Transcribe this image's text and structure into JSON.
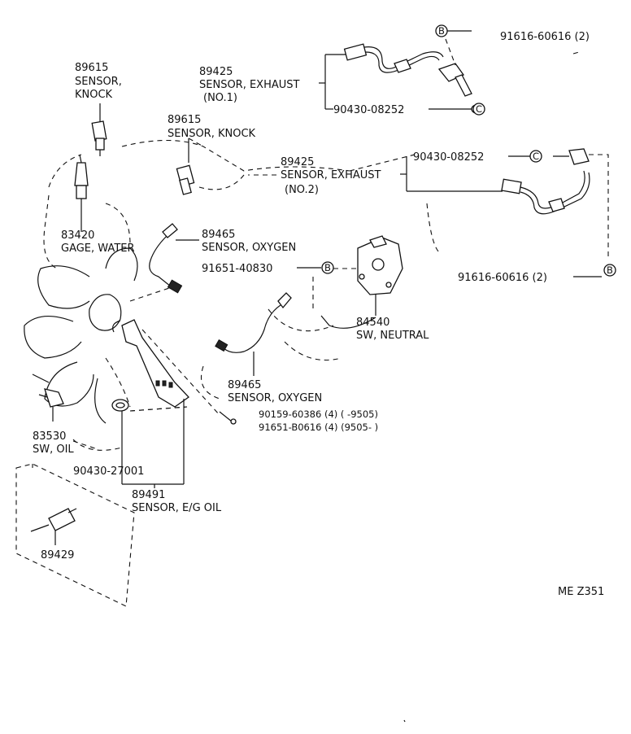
{
  "callouts": {
    "c_91616_top_pn": "91616-60616 (2)",
    "c_89425_pn": "89425",
    "c_89425_name": "SENSOR, EXHAUST",
    "c_89425_sub": "(NO.1)",
    "c_90430_08252_top": "90430-08252",
    "c_89615_left_pn": "89615",
    "c_89615_left_name1": "SENSOR,",
    "c_89615_left_name2": "KNOCK",
    "c_89615_mid_pn": "89615",
    "c_89615_mid_name": "SENSOR, KNOCK",
    "c_90430_08252_right": "90430-08252",
    "c_89425_2_pn": "89425",
    "c_89425_2_name": "SENSOR, EXHAUST",
    "c_89425_2_sub": "(NO.2)",
    "c_83420_pn": "83420",
    "c_83420_name": "GAGE, WATER",
    "c_89465_top_pn": "89465",
    "c_89465_top_name": "SENSOR, OXYGEN",
    "c_91651_40830": "91651-40830",
    "c_91616_right_pn": "91616-60616 (2)",
    "c_84540_pn": "84540",
    "c_84540_name": "SW, NEUTRAL",
    "c_89465_bot_pn": "89465",
    "c_89465_bot_name": "SENSOR, OXYGEN",
    "c_90159_line": "90159-60386 (4) (        -9505)",
    "c_91651_b0616_line": "91651-B0616 (4) (9505-         )",
    "c_83530_pn": "83530",
    "c_83530_name": "SW, OIL",
    "c_90430_27001": "90430-27001",
    "c_89491_pn": "89491",
    "c_89491_name": "SENSOR, E/G OIL",
    "c_89429_pn": "89429",
    "marker_b": "B",
    "marker_c": "C",
    "ref_code": "ME Z351"
  }
}
